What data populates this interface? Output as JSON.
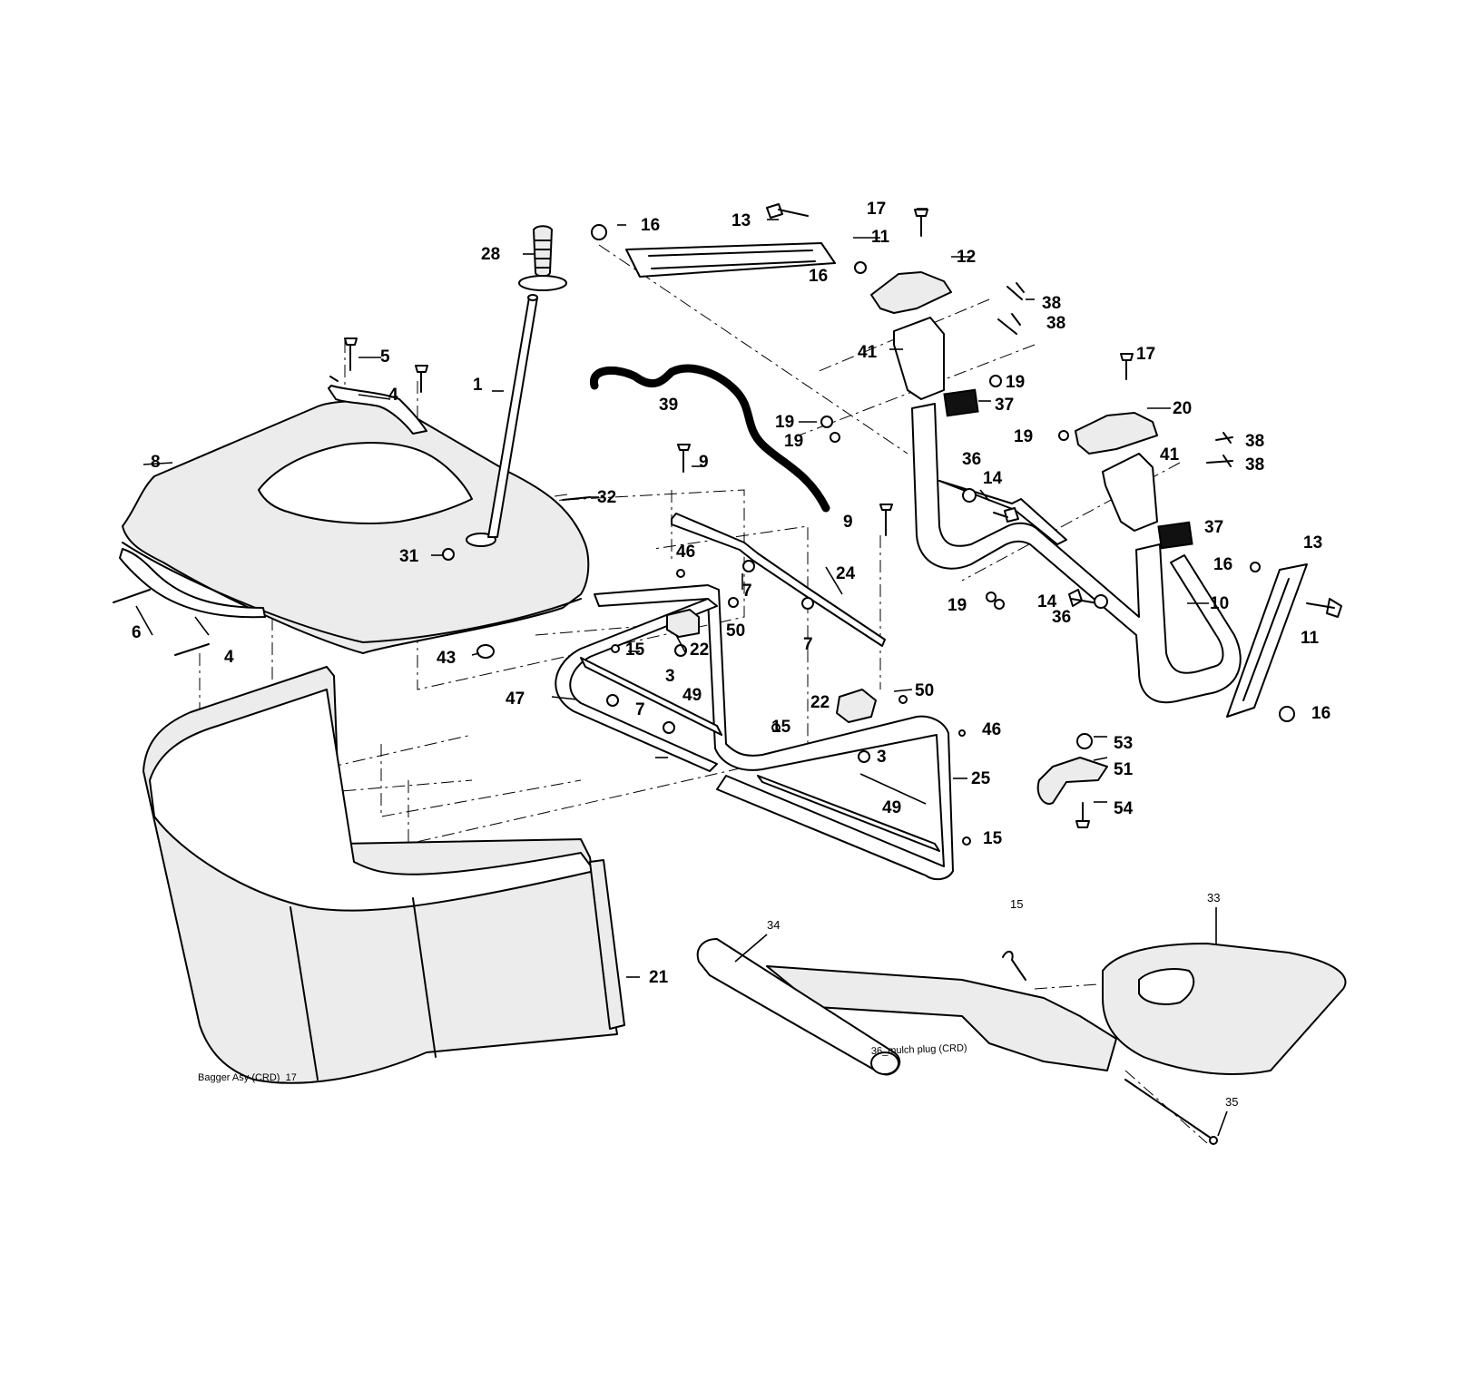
{
  "caption_main": "Bagger Asy (CRD)_17",
  "caption_mulch": "36_mulch plug (CRD)",
  "part_numbers": {
    "p1": "1",
    "p3": "3",
    "p4": "4",
    "p5": "5",
    "p6": "6",
    "p7": "7",
    "p8": "8",
    "p9": "9",
    "p10": "10",
    "p11": "11",
    "p12": "12",
    "p13": "13",
    "p14": "14",
    "p15": "15",
    "p16": "16",
    "p17": "17",
    "p19": "19",
    "p20": "20",
    "p21": "21",
    "p22": "22",
    "p24": "24",
    "p25": "25",
    "p28": "28",
    "p31": "31",
    "p32": "32",
    "p33": "33",
    "p34": "34",
    "p35": "35",
    "p36": "36",
    "p37": "37",
    "p38": "38",
    "p39": "39",
    "p41": "41",
    "p43": "43",
    "p46": "46",
    "p47": "47",
    "p49": "49",
    "p50": "50",
    "p51": "51",
    "p53": "53",
    "p54": "54"
  }
}
